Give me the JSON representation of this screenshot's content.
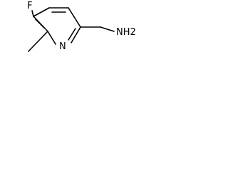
{
  "structure": {
    "atoms": {
      "fluorine": "F",
      "ring_nitrogen": "N",
      "amine": "NH2"
    },
    "colors": {
      "ink": "#000000",
      "background": "#ffffff"
    }
  }
}
